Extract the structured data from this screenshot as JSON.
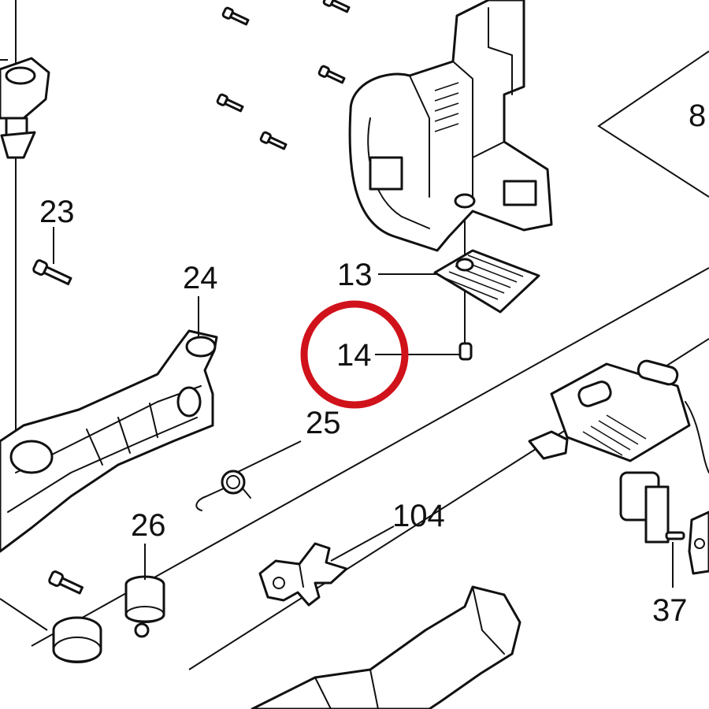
{
  "diagram": {
    "type": "exploded-parts-diagram",
    "part_labels": {
      "p8": "8",
      "p13": "13",
      "p14": "14",
      "p23": "23",
      "p24": "24",
      "p25": "25",
      "p26": "26",
      "p37": "37",
      "p104": "104"
    },
    "highlight": {
      "target": "14",
      "shape": "circle",
      "color": "#d0121b"
    },
    "colors": {
      "line": "#111111",
      "background": "#ffffff"
    }
  }
}
